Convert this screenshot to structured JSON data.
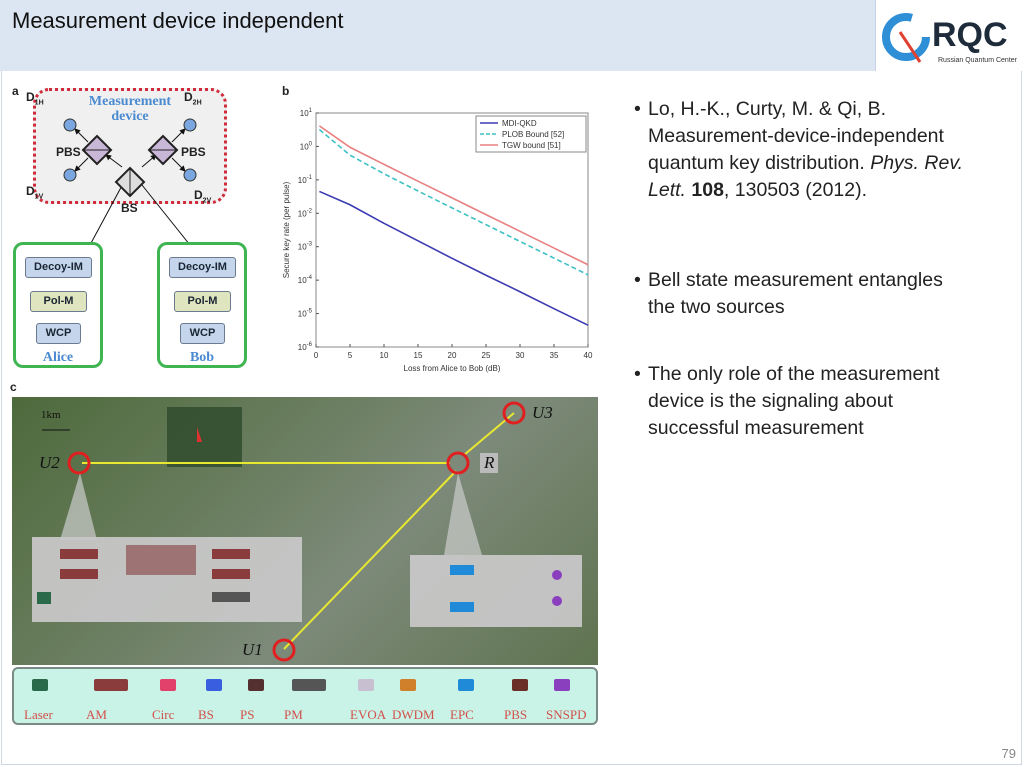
{
  "slide": {
    "title": "Measurement device independent",
    "page_number": "79",
    "logo": {
      "text": "RQC",
      "subtitle": "Russian Quantum Center"
    },
    "bullets": [
      {
        "parts": [
          "Lo, H.-K., Curty, M. & Qi, B. Measurement-device-independent quantum key distribution. ",
          "Phys. Rev. Lett.",
          " ",
          "108",
          ", 130503 (2012)."
        ]
      },
      {
        "text": "Bell state measurement entangles the two sources"
      },
      {
        "text": "The only role of the measurement device is the signaling about successful measurement"
      }
    ]
  },
  "panel_a": {
    "label": "a",
    "title_line1": "Measurement",
    "title_line2": "device",
    "detectors": [
      "D",
      "1H",
      "D",
      "2H",
      "D",
      "1V",
      "D",
      "2V"
    ],
    "pbs": "PBS",
    "bs": "BS",
    "alice": {
      "name": "Alice",
      "blocks": [
        "Decoy-IM",
        "Pol-M",
        "WCP"
      ]
    },
    "bob": {
      "name": "Bob",
      "blocks": [
        "Decoy-IM",
        "Pol-M",
        "WCP"
      ]
    }
  },
  "panel_b": {
    "label": "b"
  },
  "chart_data": {
    "type": "line",
    "title": "",
    "xlabel": "Loss from Alice to Bob (dB)",
    "ylabel": "Secure key rate (per pulse)",
    "xlim": [
      0,
      40
    ],
    "ylim": [
      1e-06,
      10
    ],
    "yscale": "log",
    "grid": false,
    "legend_position": "top-right",
    "xticks": [
      0,
      5,
      10,
      15,
      20,
      25,
      30,
      35,
      40
    ],
    "yticks": [
      {
        "base": "10",
        "exp": "1"
      },
      {
        "base": "10",
        "exp": "0"
      },
      {
        "base": "10",
        "exp": "-1"
      },
      {
        "base": "10",
        "exp": "-2"
      },
      {
        "base": "10",
        "exp": "-3"
      },
      {
        "base": "10",
        "exp": "-4"
      },
      {
        "base": "10",
        "exp": "-5"
      },
      {
        "base": "10",
        "exp": "-6"
      }
    ],
    "x": [
      0.5,
      5,
      10,
      15,
      20,
      25,
      30,
      35,
      40
    ],
    "series": [
      {
        "name": "MDI-QKD",
        "color": "#3b3bb3",
        "style": "solid",
        "values": [
          0.045,
          0.018,
          0.005,
          0.0015,
          0.00045,
          0.00014,
          4.5e-05,
          1.4e-05,
          4.5e-06
        ]
      },
      {
        "name": "PLOB Bound [52]",
        "color": "#3cc1c4",
        "style": "dashed",
        "values": [
          3.2,
          0.548,
          0.152,
          0.0464,
          0.0145,
          0.00457,
          0.00144,
          0.000456,
          0.000144
        ]
      },
      {
        "name": "TGW bound [51]",
        "color": "#e88080",
        "style": "solid",
        "values": [
          4.12,
          0.944,
          0.29,
          0.0913,
          0.0289,
          0.00912,
          0.00289,
          0.000912,
          0.000289
        ]
      }
    ]
  },
  "panel_c": {
    "label": "c",
    "scale": "1km",
    "nodes": [
      "U1",
      "U2",
      "U3",
      "R"
    ],
    "legend": [
      "Laser",
      "AM",
      "Circ",
      "BS",
      "PS",
      "PM",
      "EVOA",
      "DWDM",
      "EPC",
      "PBS",
      "SNSPD"
    ]
  }
}
